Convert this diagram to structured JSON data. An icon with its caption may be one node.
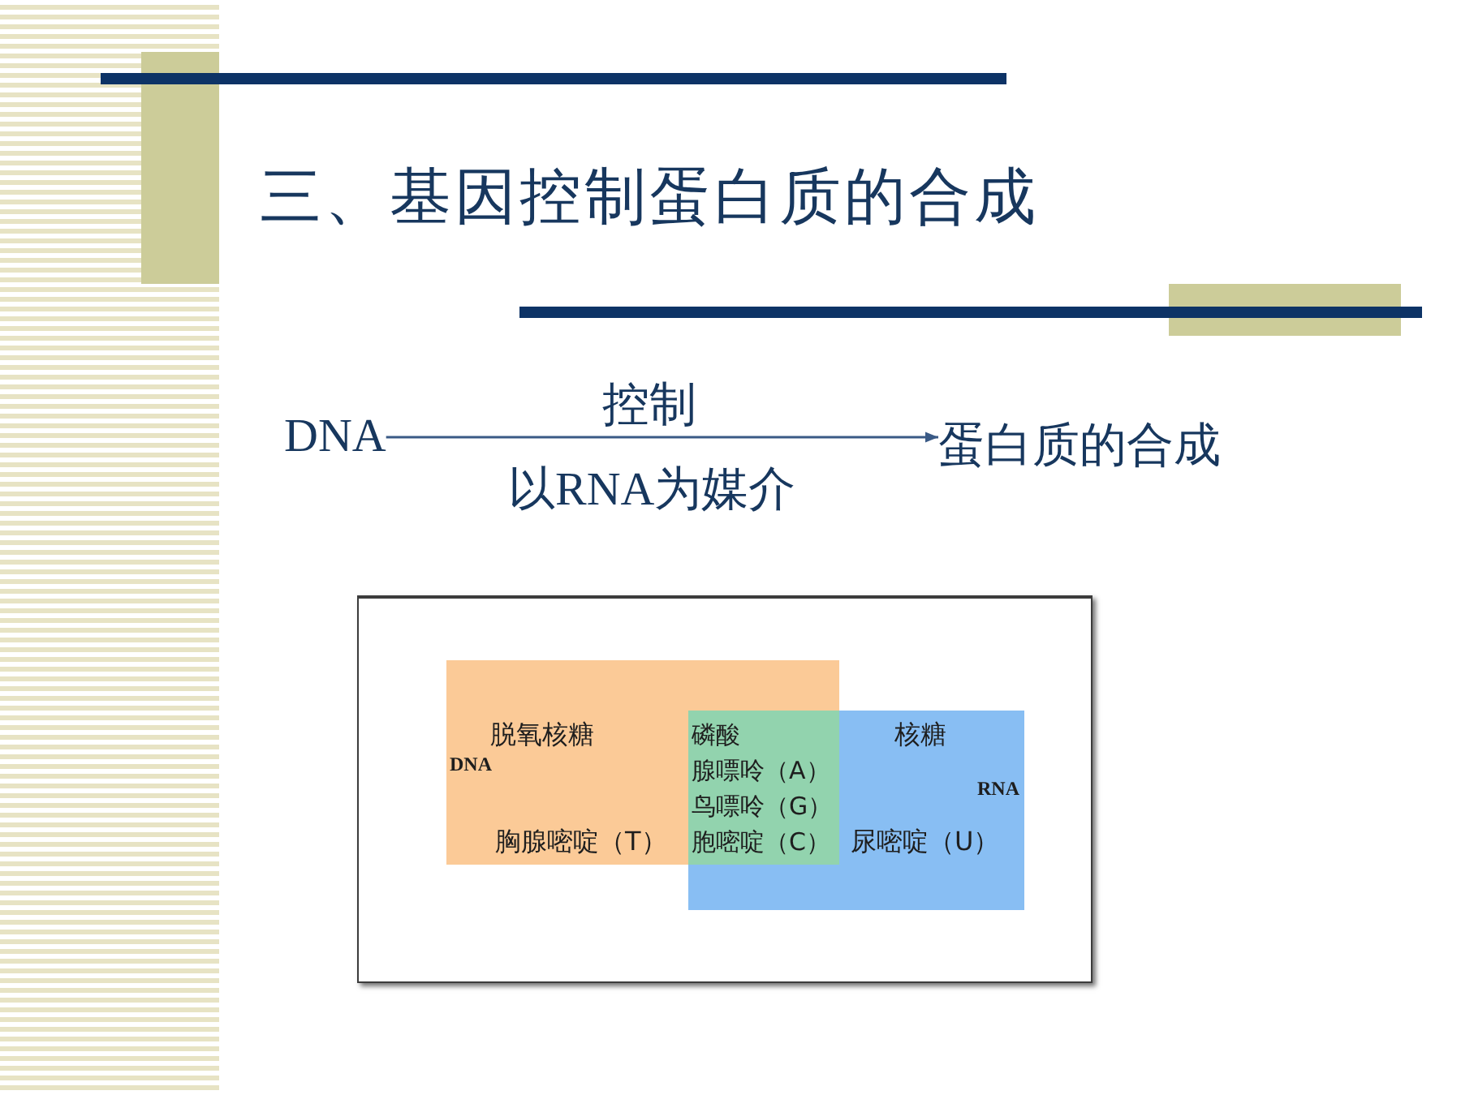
{
  "diagram": {
    "title": "三、基因控制蛋白质的合成",
    "nodes": [
      {
        "text": [
          "DNA"
        ]
      },
      {
        "text": [
          "蛋白质的合成"
        ]
      },
      {
        "text": [
          "脱氧核糖",
          "DNA",
          "胸腺嘧啶（T）"
        ]
      },
      {
        "text": [
          "磷酸",
          "腺嘌呤（A）",
          "鸟嘌呤（G）",
          "胞嘧啶（C）"
        ]
      },
      {
        "text": [
          "核糖",
          "RNA",
          "尿嘧啶（U）"
        ]
      }
    ],
    "edges": [
      {
        "from": 0,
        "to": 1,
        "arrow": "to",
        "label": "控制"
      }
    ],
    "labels": [
      "以RNA为媒介"
    ]
  }
}
